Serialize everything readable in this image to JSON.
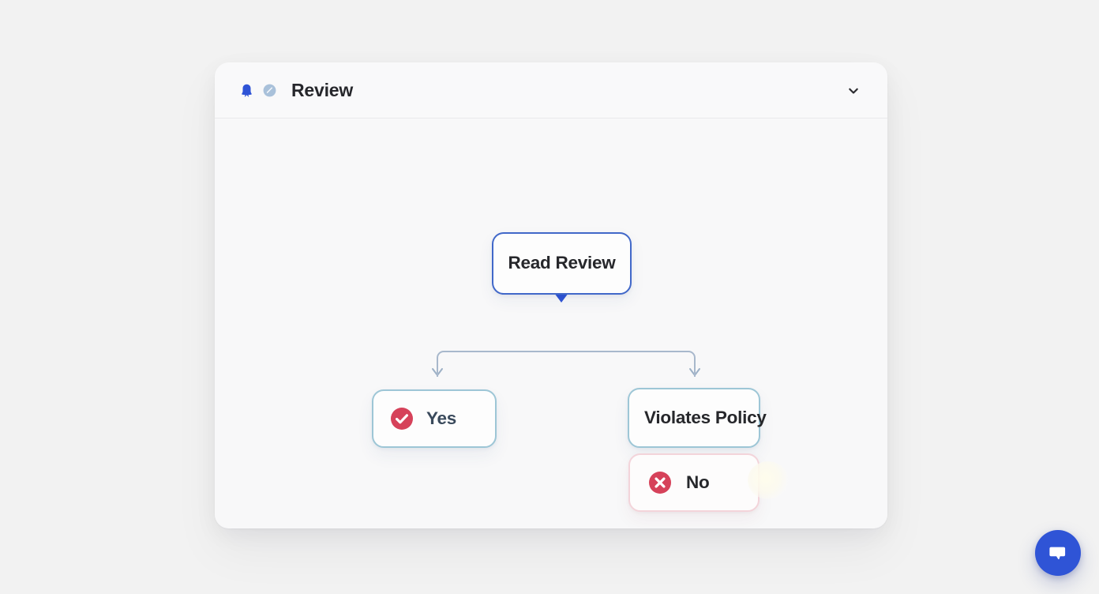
{
  "page": {
    "background_color": "#f2f2f2"
  },
  "card": {
    "background_color": "#f8f8f9",
    "header": {
      "title": "Review",
      "icons": [
        {
          "name": "bell-icon",
          "color": "#2f54d6"
        },
        {
          "name": "edit-circle-icon",
          "color": "#a9c1da"
        }
      ],
      "collapse_toggle": {
        "name": "chevron-down-icon",
        "color": "#2b2b2f"
      }
    }
  },
  "flow": {
    "type": "decision-tree",
    "nodes": [
      {
        "id": "read-review",
        "label": "Read Review",
        "role": "root",
        "border_color": "#4168c9",
        "text_color": "#26272b",
        "icon": null
      },
      {
        "id": "yes",
        "label": "Yes",
        "role": "branch-left",
        "border_color": "#9dc6d6",
        "text_color": "#3a4a5c",
        "icon": {
          "name": "check-circle-icon",
          "color": "#d6425a"
        }
      },
      {
        "id": "violates-policy",
        "label": "Violates Policy",
        "role": "branch-right",
        "border_color": "#9dc6d6",
        "text_color": "#26272b",
        "icon": null
      },
      {
        "id": "no",
        "label": "No",
        "role": "branch-right-secondary",
        "border_color": "#f3d4da",
        "text_color": "#26272b",
        "icon": {
          "name": "x-circle-icon",
          "color": "#d6425a"
        }
      }
    ],
    "edges": [
      {
        "from": "read-review",
        "to": "yes",
        "color": "#8fa6c4",
        "arrow": true
      },
      {
        "from": "read-review",
        "to": "violates-policy",
        "color": "#8fa6c4",
        "arrow": true
      }
    ]
  },
  "chat_widget": {
    "name": "chat-bubble-icon",
    "background_color": "#2f54d6",
    "icon_color": "#ffffff"
  }
}
